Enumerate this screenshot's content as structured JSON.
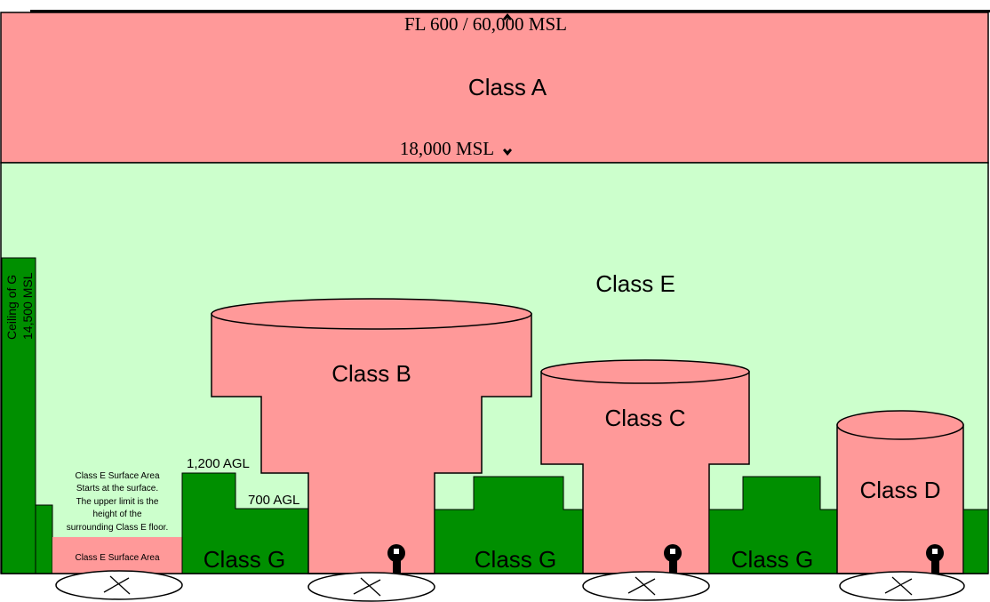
{
  "colors": {
    "class_a": "#ff9999",
    "class_e": "#ccffcc",
    "class_g": "#008f00",
    "towered": "#ff9999",
    "outline": "#000000",
    "background": "#ffffff"
  },
  "class_a": {
    "label": "Class A",
    "ceiling_label": "FL 600 / 60,000 MSL",
    "floor_label": "18,000 MSL"
  },
  "class_e": {
    "label": "Class E"
  },
  "ceiling_g": {
    "line1": "Ceiling of G",
    "line2": "14,500 MSL"
  },
  "surface_area": {
    "note_lines": [
      "Class E Surface Area",
      "Starts at the surface.",
      "The upper limit is the",
      "height of the",
      "surrounding Class E floor."
    ],
    "label": "Class E Surface Area"
  },
  "class_g": {
    "label": "Class G",
    "agl_1200": "1,200 AGL",
    "agl_700": "700 AGL"
  },
  "class_b": {
    "label": "Class B"
  },
  "class_c": {
    "label": "Class C"
  },
  "class_d": {
    "label": "Class D"
  },
  "icons": {
    "airport": "runway-airport-icon",
    "tower": "control-tower-icon",
    "arrow_up": "arrow-up-icon",
    "arrow_down": "arrow-down-icon"
  }
}
